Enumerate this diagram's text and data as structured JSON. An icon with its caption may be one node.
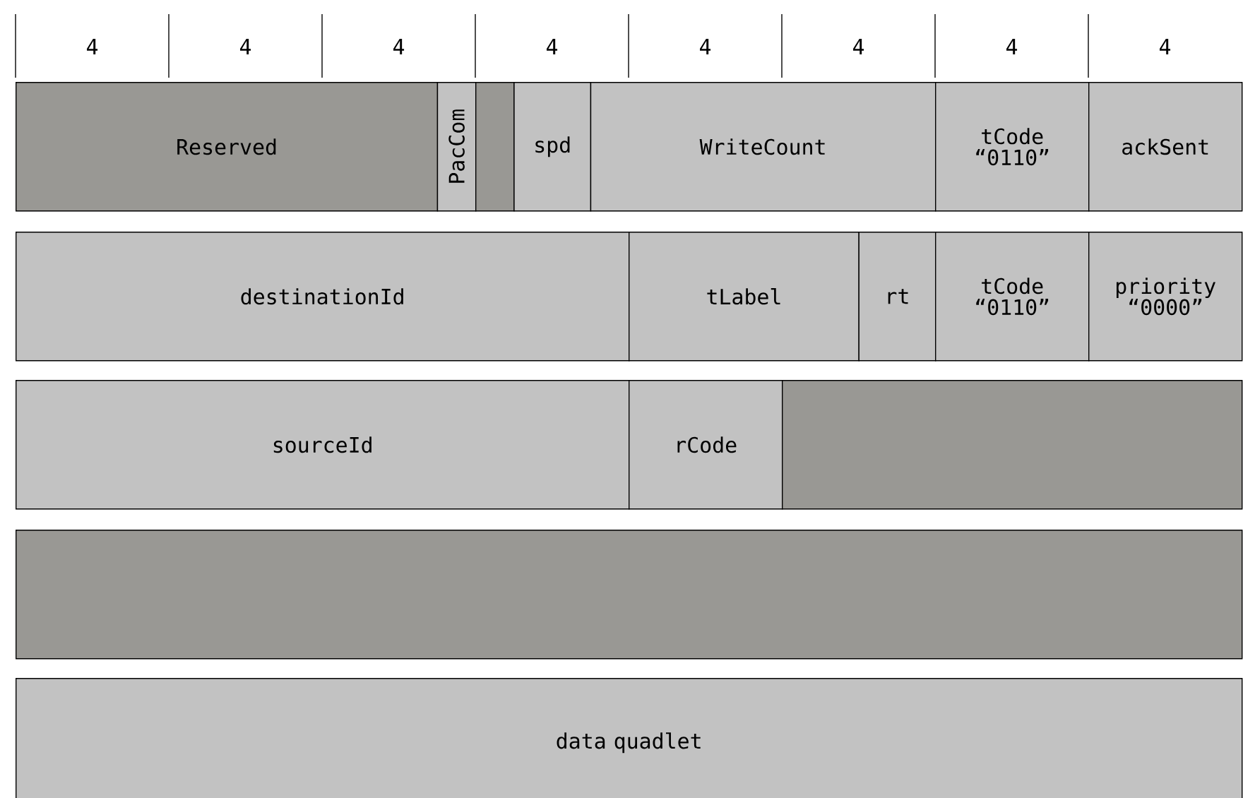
{
  "diagram": {
    "nodes": [
      {
        "text": [
          "Reserved"
        ]
      },
      {
        "text": [
          "PacCom"
        ]
      },
      {
        "text": [],
        "shape": "box"
      },
      {
        "text": [
          "spd"
        ]
      },
      {
        "text": [
          "WriteCount"
        ]
      },
      {
        "text": [
          "tCode “0110”"
        ]
      },
      {
        "text": [
          "ackSent"
        ]
      },
      {
        "text": [
          "destinationId"
        ]
      },
      {
        "text": [
          "tLabel"
        ]
      },
      {
        "text": [
          "rt"
        ]
      },
      {
        "text": [
          "tCode “0110”"
        ]
      },
      {
        "text": [
          "priority “0000”"
        ]
      },
      {
        "text": [
          "sourceId"
        ]
      },
      {
        "text": [
          "rCode"
        ]
      },
      {
        "text": [],
        "shape": "box"
      },
      {
        "text": [],
        "shape": "box"
      },
      {
        "text": [
          "data quadlet"
        ]
      }
    ],
    "labels": [
      "4",
      "4",
      "4",
      "4",
      "4",
      "4",
      "4",
      "4"
    ]
  }
}
